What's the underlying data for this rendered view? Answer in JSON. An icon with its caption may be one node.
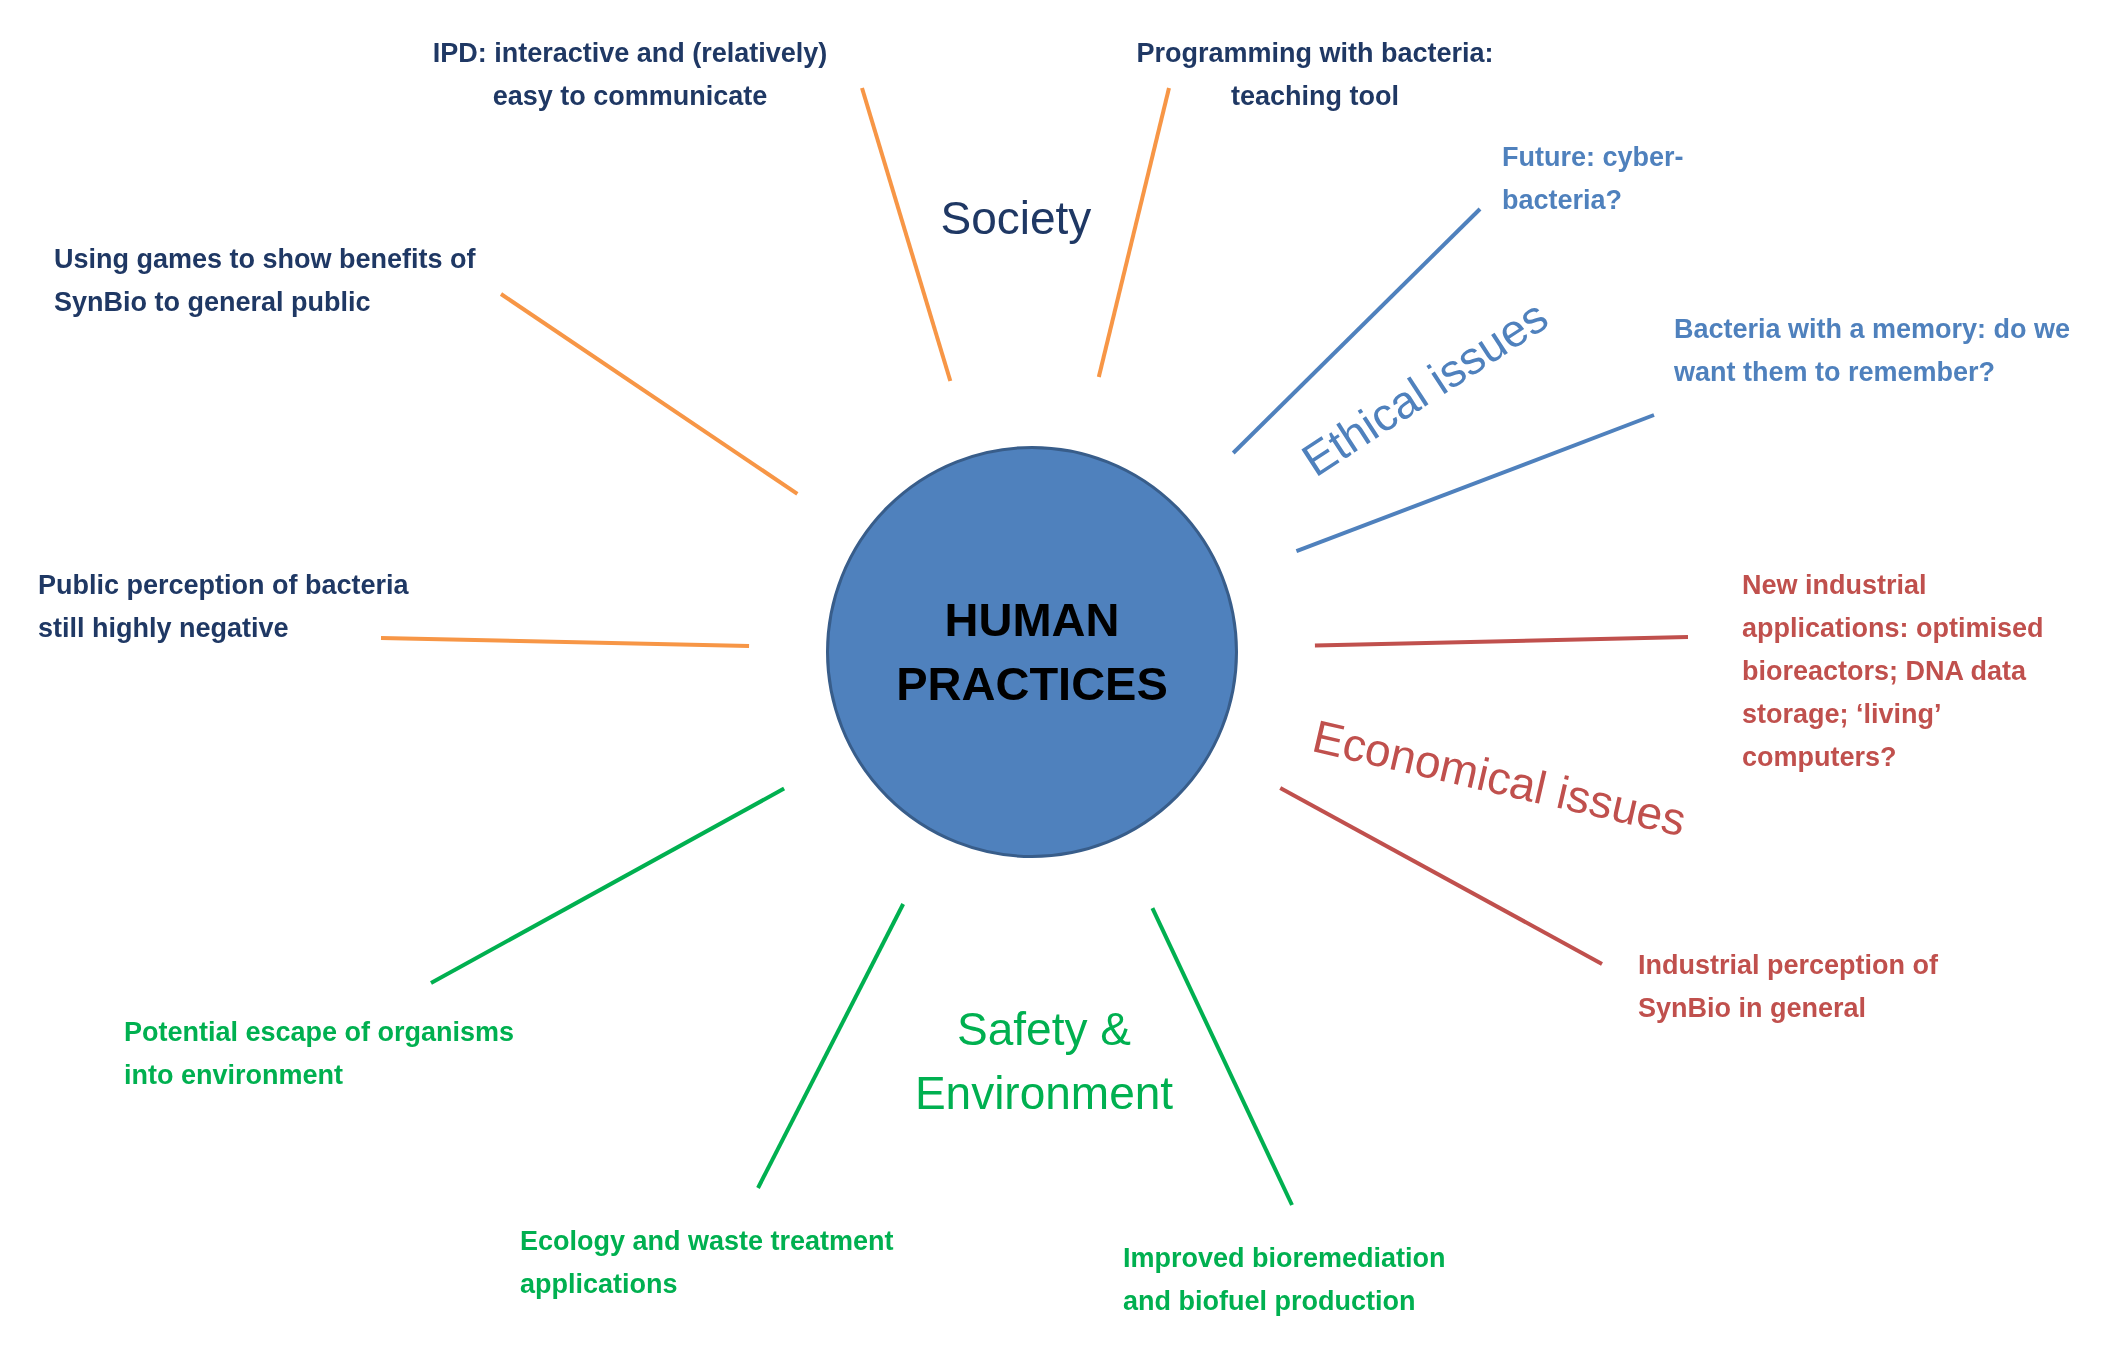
{
  "diagram": {
    "nodes": [
      {
        "text": [
          "HUMAN PRACTICES"
        ]
      },
      {
        "text": [
          "IPD: interactive and (relatively) easy to communicate"
        ]
      },
      {
        "text": [
          "Programming with bacteria: teaching tool"
        ]
      },
      {
        "text": [
          "Using games to show benefits of SynBio to general public"
        ]
      },
      {
        "text": [
          "Public perception of bacteria still highly negative"
        ]
      },
      {
        "text": [
          "Future: cyber-bacteria?"
        ]
      },
      {
        "text": [
          "Bacteria with a memory: do we want them to remember?"
        ]
      },
      {
        "text": [
          "New industrial applications: optimised bioreactors; DNA data storage; ‘living’ computers?"
        ]
      },
      {
        "text": [
          "Industrial perception of SynBio in general"
        ]
      },
      {
        "text": [
          "Potential escape of organisms into environment"
        ]
      },
      {
        "text": [
          "Ecology and waste treatment applications"
        ]
      },
      {
        "text": [
          "Improved bioremediation and biofuel production"
        ]
      }
    ],
    "edges": [
      {
        "from": 0,
        "to": 1,
        "arrow": "none"
      },
      {
        "from": 0,
        "to": 2,
        "arrow": "none"
      },
      {
        "from": 0,
        "to": 3,
        "arrow": "none"
      },
      {
        "from": 0,
        "to": 4,
        "arrow": "none"
      },
      {
        "from": 0,
        "to": 5,
        "arrow": "none",
        "color": "#4f81bd"
      },
      {
        "from": 0,
        "to": 6,
        "arrow": "none",
        "color": "#4f81bd"
      },
      {
        "from": 0,
        "to": 7,
        "arrow": "none",
        "color": "#c0504d"
      },
      {
        "from": 0,
        "to": 8,
        "arrow": "none",
        "color": "#c0504d"
      },
      {
        "from": 0,
        "to": 9,
        "arrow": "none",
        "color": "#00b050"
      },
      {
        "from": 0,
        "to": 10,
        "arrow": "none",
        "color": "#00b050"
      },
      {
        "from": 0,
        "to": 11,
        "arrow": "none",
        "color": "#00b050"
      }
    ],
    "labels": [
      "Society",
      "Ethical issues",
      "Economical issues",
      "Safety & Environment"
    ]
  }
}
